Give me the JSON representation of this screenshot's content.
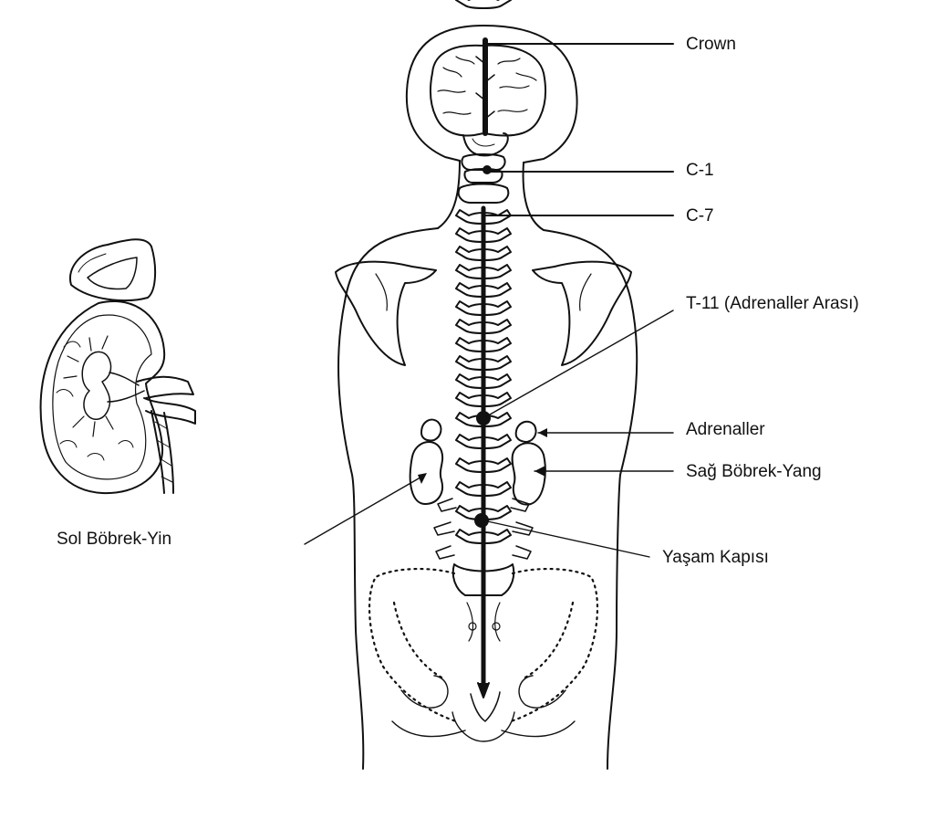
{
  "colors": {
    "ink": "#111111",
    "background": "#ffffff"
  },
  "labels": {
    "crown": "Crown",
    "c1": "C-1",
    "c7": "C-7",
    "t11": "T-11 (Adrenaller Arası)",
    "adrenals": "Adrenaller",
    "right_kidney": "Sağ Böbrek-Yang",
    "gate_of_life": "Yaşam Kapısı",
    "left_kidney": "Sol Böbrek-Yin"
  }
}
